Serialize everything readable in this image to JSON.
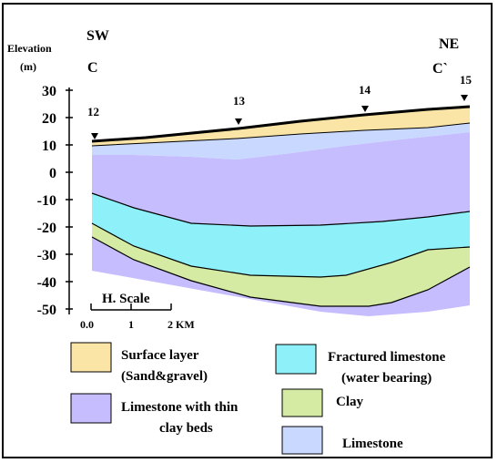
{
  "colors": {
    "surface_layer": "#fbe5a6",
    "fractured_limestone": "#8ef0f8",
    "clay": "#d5eba4",
    "limestone": "#c8d8ff",
    "limestone_clay_beds": "#c6bdff",
    "outline": "#000000"
  },
  "header": {
    "y_axis_title": "Elevation",
    "y_axis_unit": "(m)",
    "left_direction": "SW",
    "left_label": "C",
    "right_direction": "NE",
    "right_label": "C`"
  },
  "y_axis": {
    "ticks": [
      "30",
      "20",
      "10",
      "0",
      "-10",
      "-20",
      "-30",
      "-40",
      "-50"
    ]
  },
  "wells": [
    {
      "label": "12",
      "marker": "triangle-down-icon"
    },
    {
      "label": "13",
      "marker": "triangle-down-icon"
    },
    {
      "label": "14",
      "marker": "triangle-down-icon"
    },
    {
      "label": "15",
      "marker": "triangle-down-icon"
    }
  ],
  "scale_bar": {
    "title": "H. Scale",
    "labels": [
      "0.0",
      "1",
      "2 KM"
    ]
  },
  "legend": [
    {
      "key": "surface",
      "line1": "Surface layer",
      "line2": "(Sand&gravel)"
    },
    {
      "key": "fractured",
      "line1": "Fractured limestone",
      "line2": "(water bearing)"
    },
    {
      "key": "clay_beds",
      "line1": "Limestone with thin",
      "line2": "clay beds"
    },
    {
      "key": "clay",
      "line1": "Clay",
      "line2": ""
    },
    {
      "key": "limestone",
      "line1": "Limestone",
      "line2": ""
    }
  ]
}
